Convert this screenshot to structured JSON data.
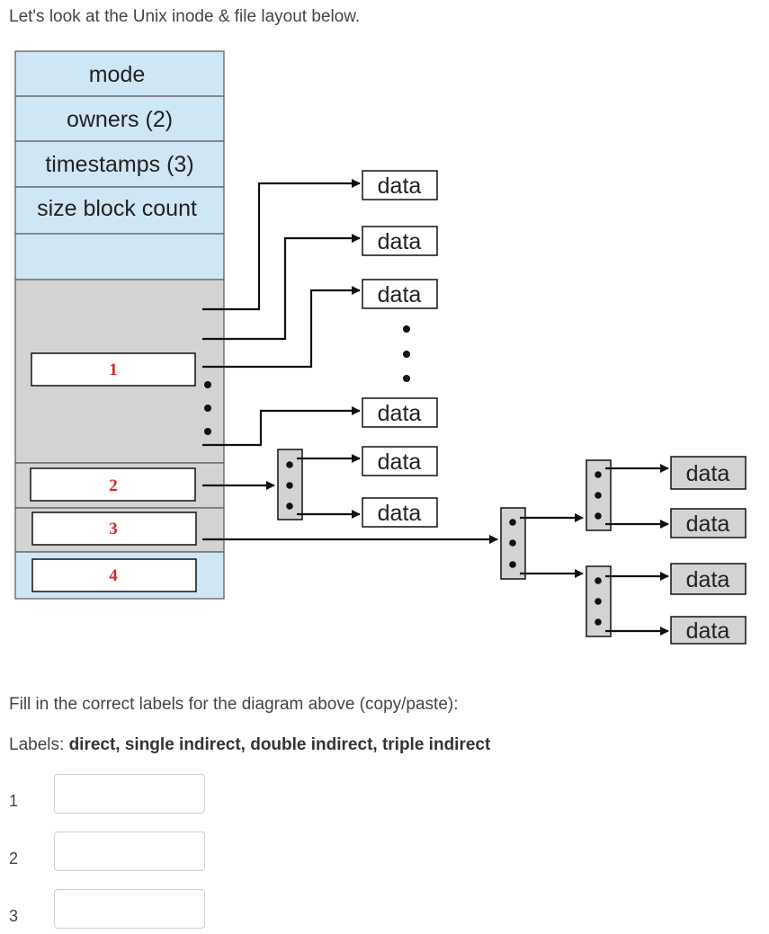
{
  "intro": "Let's look at the Unix inode & file layout below.",
  "diagram": {
    "inode_fields": [
      "mode",
      "owners (2)",
      "timestamps (3)",
      "size block count"
    ],
    "pointer_numbers": [
      "1",
      "2",
      "3",
      "4"
    ],
    "data_label": "data"
  },
  "question": "Fill in the correct labels for the diagram above (copy/paste):",
  "labels_prefix": "Labels:",
  "labels_list": "direct, single indirect, double indirect, triple indirect",
  "answers": [
    {
      "number": "1",
      "value": ""
    },
    {
      "number": "2",
      "value": ""
    },
    {
      "number": "3",
      "value": ""
    }
  ],
  "colors": {
    "inode_blue": "#cfe7f5",
    "pointer_gray": "#d3d3d3",
    "number_red": "#dd2222"
  }
}
